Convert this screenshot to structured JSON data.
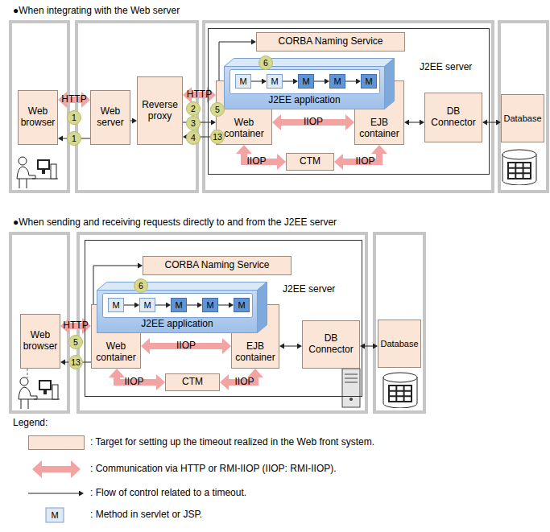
{
  "diagram": {
    "nodes": [
      {
        "text": [
          "Web browser"
        ]
      },
      {
        "text": [
          "Web server"
        ]
      },
      {
        "text": [
          "Reverse proxy"
        ]
      },
      {
        "text": [
          "J2EE server"
        ]
      },
      {
        "text": [
          "CORBA Naming Service"
        ],
        "in": 3
      },
      {
        "text": [
          "J2EE application"
        ],
        "in": 3
      },
      {
        "text": [
          "M"
        ],
        "in": 5
      },
      {
        "text": [
          "M"
        ],
        "in": 5
      },
      {
        "text": [
          "M"
        ],
        "in": 5
      },
      {
        "text": [
          "M"
        ],
        "in": 5
      },
      {
        "text": [
          "M"
        ],
        "in": 5
      },
      {
        "text": [
          "Web container"
        ],
        "in": 3
      },
      {
        "text": [
          "EJB container"
        ],
        "in": 3
      },
      {
        "text": [
          "CTM"
        ],
        "in": 3
      },
      {
        "text": [
          "DB Connector"
        ],
        "in": 3
      },
      {
        "text": [
          "Database"
        ]
      },
      {
        "text": [
          "Web browser"
        ]
      },
      {
        "text": [
          "J2EE server"
        ]
      },
      {
        "text": [
          "CORBA Naming Service"
        ],
        "in": 17
      },
      {
        "text": [
          "J2EE application"
        ],
        "in": 17
      },
      {
        "text": [
          "M"
        ],
        "in": 19
      },
      {
        "text": [
          "M"
        ],
        "in": 19
      },
      {
        "text": [
          "M"
        ],
        "in": 19
      },
      {
        "text": [
          "M"
        ],
        "in": 19
      },
      {
        "text": [
          "M"
        ],
        "in": 19
      },
      {
        "text": [
          "Web container"
        ],
        "in": 17
      },
      {
        "text": [
          "EJB container"
        ],
        "in": 17
      },
      {
        "text": [
          "CTM"
        ],
        "in": 17
      },
      {
        "text": [
          "DB Connector"
        ],
        "in": 17
      },
      {
        "text": [
          "Database"
        ]
      }
    ],
    "edges": [
      {
        "from": 0,
        "to": 1,
        "label": "HTTP",
        "arrow": "both"
      },
      {
        "from": 1,
        "to": 0,
        "arrow": "to"
      },
      {
        "from": 1,
        "to": 2,
        "arrow": "to"
      },
      {
        "from": 2,
        "to": 11,
        "label": "HTTP",
        "arrow": "both"
      },
      {
        "from": 2,
        "to": 11,
        "arrow": "to"
      },
      {
        "from": 11,
        "to": 2,
        "arrow": "to"
      },
      {
        "from": 11,
        "to": 4,
        "arrow": "to"
      },
      {
        "from": 6,
        "to": 7,
        "arrow": "to"
      },
      {
        "from": 7,
        "to": 8,
        "arrow": "to"
      },
      {
        "from": 8,
        "to": 9,
        "arrow": "to"
      },
      {
        "from": 9,
        "to": 10,
        "arrow": "to"
      },
      {
        "from": 11,
        "to": 12,
        "label": "IIOP",
        "arrow": "both"
      },
      {
        "from": 11,
        "to": 13,
        "label": "IIOP",
        "arrow": "both"
      },
      {
        "from": 13,
        "to": 12,
        "label": "IIOP",
        "arrow": "both"
      },
      {
        "from": 12,
        "to": 14,
        "arrow": "both"
      },
      {
        "from": 14,
        "to": 15,
        "arrow": "both"
      },
      {
        "from": 16,
        "to": 25,
        "label": "HTTP",
        "arrow": "both"
      },
      {
        "from": 25,
        "to": 16,
        "arrow": "to"
      },
      {
        "from": 25,
        "to": 18,
        "arrow": "to"
      },
      {
        "from": 20,
        "to": 21,
        "arrow": "to"
      },
      {
        "from": 21,
        "to": 22,
        "arrow": "to"
      },
      {
        "from": 22,
        "to": 23,
        "arrow": "to"
      },
      {
        "from": 23,
        "to": 24,
        "arrow": "to"
      },
      {
        "from": 25,
        "to": 26,
        "label": "IIOP",
        "arrow": "both"
      },
      {
        "from": 25,
        "to": 27,
        "label": "IIOP",
        "arrow": "both"
      },
      {
        "from": 27,
        "to": 26,
        "label": "IIOP",
        "arrow": "both"
      },
      {
        "from": 26,
        "to": 28,
        "arrow": "both"
      },
      {
        "from": 28,
        "to": 29,
        "arrow": "both"
      }
    ],
    "labels": [
      "●When integrating with the Web server",
      "1",
      "1",
      "2",
      "3",
      "4",
      "5",
      "13",
      "6",
      "●When sending and receiving requests directly to and from the J2EE server",
      "6",
      "5",
      "13",
      "Legend:",
      "M"
    ],
    "legend": [
      {
        "text": ": Target for setting up the timeout realized in the Web front system.",
        "color": "#fbe5d6"
      },
      {
        "text": ": Communication via HTTP or RMI-IIOP (IIOP: RMI-IIOP)."
      },
      {
        "text": ": Flow of control related to a timeout."
      },
      {
        "text": ": Method in servlet or JSP."
      }
    ]
  }
}
